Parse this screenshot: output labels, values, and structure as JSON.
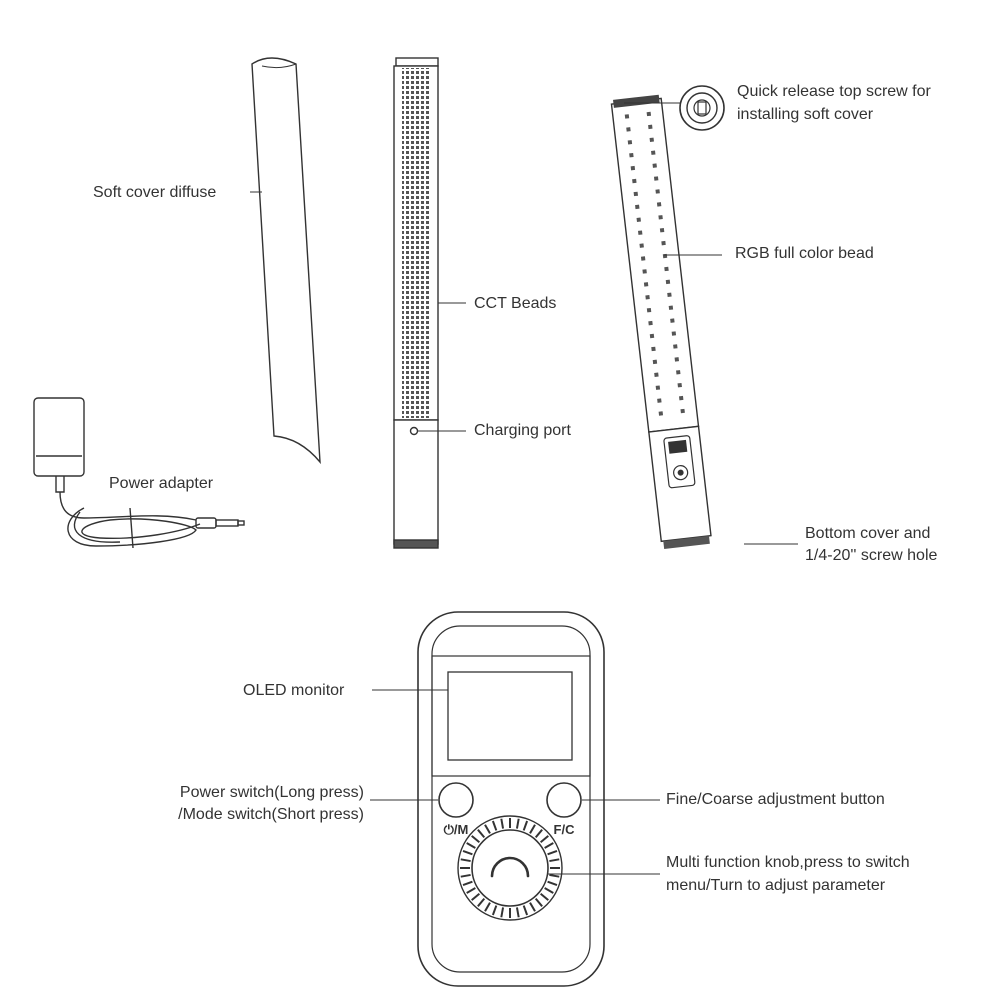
{
  "labels": {
    "soft_cover": "Soft cover diffuse",
    "power_adapter": "Power adapter",
    "cct_beads": "CCT Beads",
    "charging_port": "Charging port",
    "quick_release_line1": "Quick release top screw for",
    "quick_release_line2": "installing soft cover",
    "rgb_bead": "RGB full color bead",
    "bottom_cover_line1": "Bottom cover and",
    "bottom_cover_line2": "1/4-20'' screw hole",
    "oled_monitor": "OLED monitor",
    "power_switch_line1": "Power switch(Long press)",
    "power_switch_line2": "/Mode switch(Short press)",
    "fine_coarse": "Fine/Coarse adjustment button",
    "knob_line1": "Multi function knob,press to switch",
    "knob_line2": "menu/Turn to adjust parameter"
  },
  "buttons": {
    "power_mode": "⏻/M",
    "fine_coarse": "F/C"
  },
  "colors": {
    "stroke": "#333333",
    "led_bead": "#555555"
  }
}
